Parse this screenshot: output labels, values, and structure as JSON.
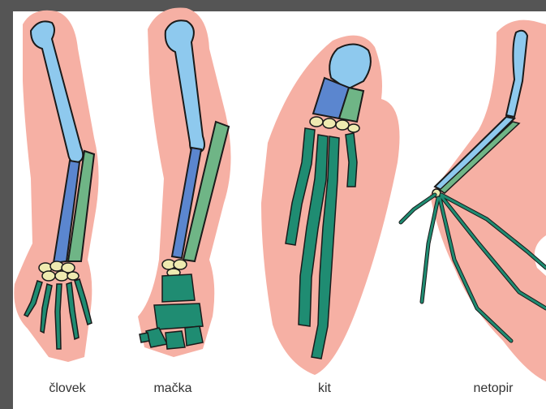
{
  "labels": {
    "human": "človek",
    "cat": "mačka",
    "whale": "kit",
    "bat": "netopir"
  },
  "colors": {
    "background": "#555555",
    "panel": "#ffffff",
    "skin": "#f6b0a4",
    "humerus": "#8ec9ee",
    "radius": "#5b86cf",
    "ulna": "#6fb586",
    "carpals": "#eeeab0",
    "phalanges": "#1f8c72",
    "outline": "#1a1a1a"
  }
}
